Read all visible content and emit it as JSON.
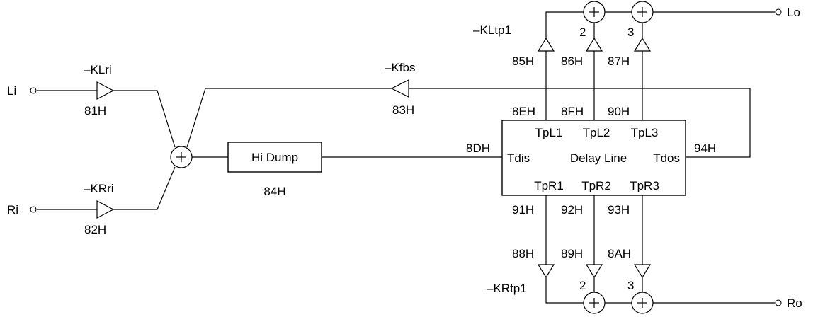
{
  "inputs": {
    "left": "Li",
    "right": "Ri"
  },
  "outputs": {
    "left": "Lo",
    "right": "Ro"
  },
  "gains": {
    "left_in": {
      "label": "–KLri",
      "addr": "81H"
    },
    "right_in": {
      "label": "–KRri",
      "addr": "82H"
    },
    "feedback": {
      "label": "–Kfbs",
      "addr": "83H"
    },
    "tap_l1": {
      "label": "–KLtp1",
      "addr": "85H"
    },
    "tap_l2": {
      "label": "2",
      "addr": "86H"
    },
    "tap_l3": {
      "label": "3",
      "addr": "87H"
    },
    "tap_r1": {
      "label": "–KRtp1",
      "addr": "88H"
    },
    "tap_r2": {
      "label": "2",
      "addr": "89H"
    },
    "tap_r3": {
      "label": "3",
      "addr": "8AH"
    }
  },
  "hi_dump": {
    "label": "Hi Dump",
    "addr": "84H"
  },
  "delay_line": {
    "label": "Delay Line",
    "in_port": "Tdis",
    "out_port": "Tdos",
    "in_addr": "8DH",
    "out_addr": "94H",
    "left_taps": [
      "TpL1",
      "TpL2",
      "TpL3"
    ],
    "left_tap_addrs": [
      "8EH",
      "8FH",
      "90H"
    ],
    "right_taps": [
      "TpR1",
      "TpR2",
      "TpR3"
    ],
    "right_tap_addrs": [
      "91H",
      "92H",
      "93H"
    ]
  },
  "colors": {
    "line": "#000000",
    "background": "#ffffff"
  }
}
